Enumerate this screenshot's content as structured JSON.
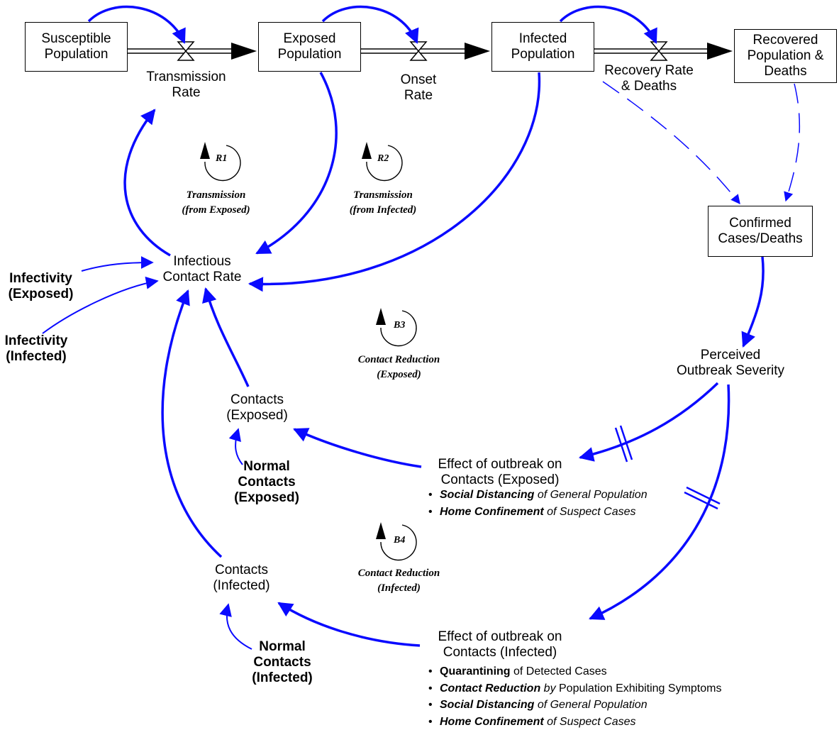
{
  "stocks": {
    "susceptible": "Susceptible\nPopulation",
    "exposed": "Exposed\nPopulation",
    "infected": "Infected\nPopulation",
    "recovered": "Recovered\nPopulation &\nDeaths",
    "confirmed": "Confirmed\nCases/Deaths"
  },
  "flows": {
    "transmission_rate": "Transmission\nRate",
    "onset_rate": "Onset\nRate",
    "recovery_rate": "Recovery Rate\n& Deaths"
  },
  "variables": {
    "infectious_contact_rate": "Infectious\nContact Rate",
    "infectivity_exposed": "Infectivity\n(Exposed)",
    "infectivity_infected": "Infectivity\n(Infected)",
    "contacts_exposed": "Contacts\n(Exposed)",
    "contacts_infected": "Contacts\n(Infected)",
    "normal_contacts_exposed": "Normal\nContacts\n(Exposed)",
    "normal_contacts_infected": "Normal\nContacts\n(Infected)",
    "perceived_severity": "Perceived\nOutbreak Severity",
    "effect_exposed": "Effect of outbreak on\nContacts (Exposed)",
    "effect_infected": "Effect of outbreak on\nContacts (Infected)"
  },
  "loops": {
    "r1": {
      "id": "R1",
      "name": "Transmission\n(from Exposed)"
    },
    "r2": {
      "id": "R2",
      "name": "Transmission\n(from Infected)"
    },
    "b3": {
      "id": "B3",
      "name": "Contact Reduction\n(Exposed)"
    },
    "b4": {
      "id": "B4",
      "name": "Contact Reduction\n(Infected)"
    }
  },
  "measures_exposed": [
    {
      "strong": "Social Distancing",
      "rest": " of General Population"
    },
    {
      "strong": "Home Confinement",
      "rest": " of Suspect Cases"
    }
  ],
  "measures_infected": [
    {
      "strong": "Quarantining",
      "rest": " of Detected Cases"
    },
    {
      "strong": "Contact Reduction",
      "mid": " by",
      "rest": " Population Exhibiting Symptoms"
    },
    {
      "strong": "Social Distancing",
      "rest": " of General Population"
    },
    {
      "strong": "Home Confinement",
      "rest": " of Suspect Cases"
    }
  ],
  "colors": {
    "link": "#0a0aff",
    "ink": "#000000"
  }
}
